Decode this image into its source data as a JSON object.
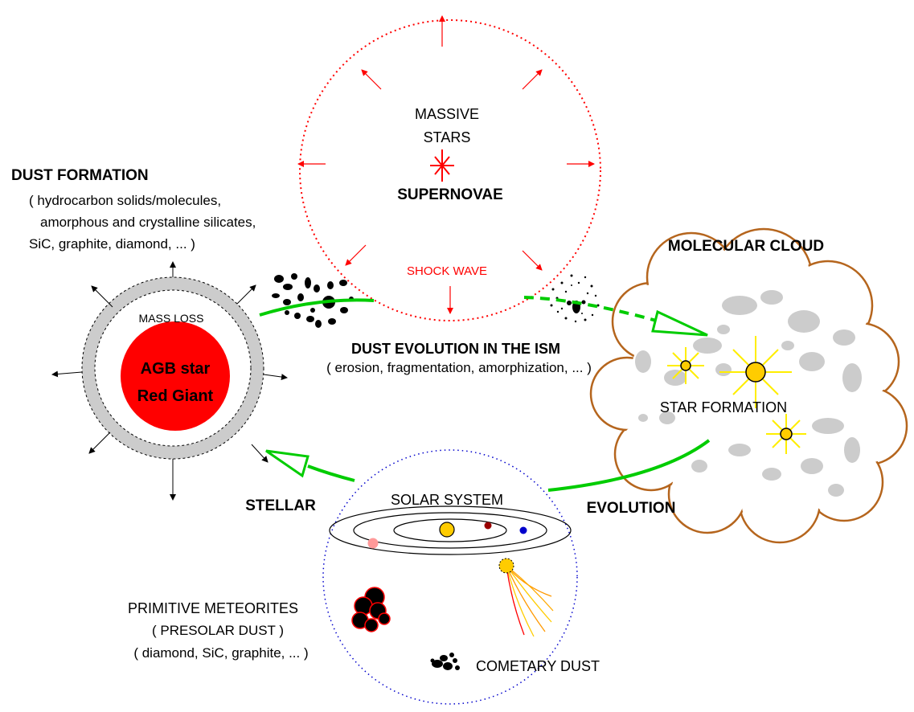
{
  "dust_formation": {
    "title": "DUST FORMATION",
    "lines": [
      "( hydrocarbon solids/molecules,",
      "amorphous and crystalline silicates,",
      "SiC, graphite, diamond, ... )"
    ]
  },
  "massive_stars": {
    "label_line1": "MASSIVE",
    "label_line2": "STARS",
    "supernovae": "SUPERNOVAE",
    "shock_wave": "SHOCK WAVE"
  },
  "agb": {
    "mass_loss": "MASS LOSS",
    "line1": "AGB star",
    "line2": "Red Giant"
  },
  "ism": {
    "title": "DUST EVOLUTION IN THE ISM",
    "subtitle": "( erosion, fragmentation, amorphization, ... )"
  },
  "molecular_cloud": {
    "title": "MOLECULAR CLOUD",
    "star_formation": "STAR FORMATION"
  },
  "cycle": {
    "stellar": "STELLAR",
    "evolution": "EVOLUTION"
  },
  "solar_system": {
    "title": "SOLAR SYSTEM",
    "meteorites_line1": "PRIMITIVE METEORITES",
    "meteorites_line2": "( PRESOLAR DUST )",
    "meteorites_line3": "( diamond, SiC, graphite, ... )",
    "cometary": "COMETARY DUST"
  },
  "colors": {
    "shock": "#ff0000",
    "cycle_arrow": "#00cc00",
    "red_giant": "#ff0000",
    "shell": "#cccccc",
    "cloud_outline": "#b5651d",
    "sun": "#ffcc00",
    "solar_boundary": "#0000cc"
  }
}
